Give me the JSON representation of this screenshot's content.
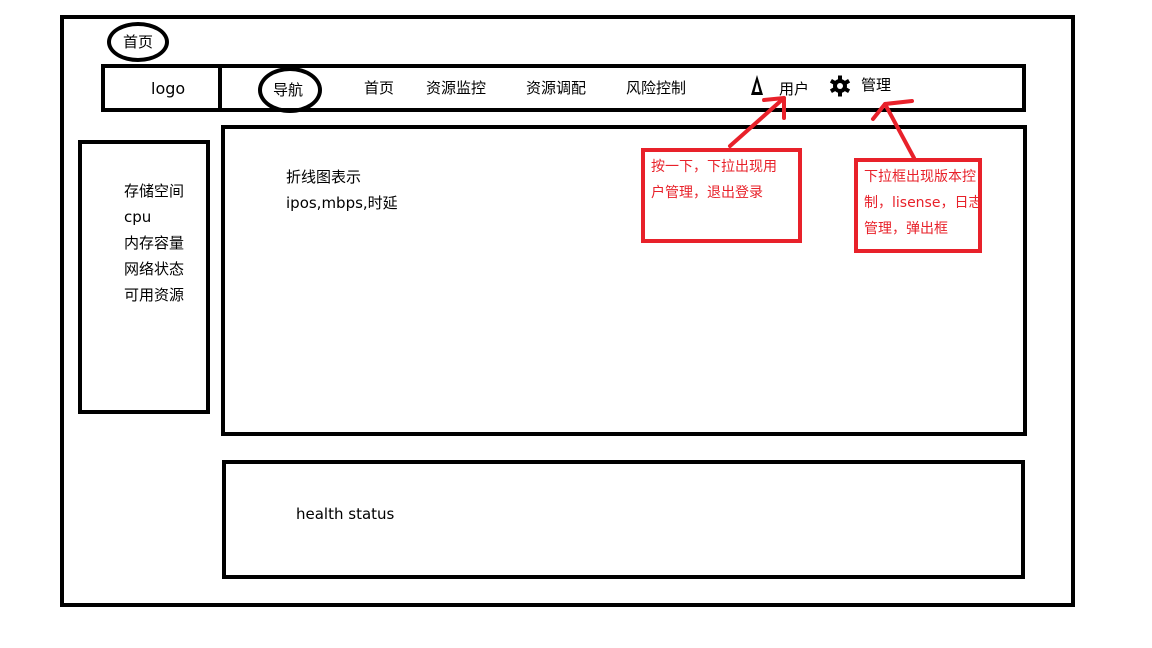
{
  "header": {
    "home_label": "首页"
  },
  "nav": {
    "logo_label": "logo",
    "nav_label": "导航",
    "items": [
      "首页",
      "资源监控",
      "资源调配",
      "风险控制"
    ],
    "user_label": "用户",
    "user_icon": "user-icon",
    "admin_label": "管理",
    "admin_icon": "gear-icon"
  },
  "sidebar": {
    "items": [
      "存储空间",
      "cpu",
      "内存容量",
      "网络状态",
      "可用资源"
    ]
  },
  "main": {
    "line1": "折线图表示",
    "line2": "ipos,mbps,时延"
  },
  "health": {
    "label": "health status"
  },
  "annotations": {
    "color": "#e8212a",
    "user_note": [
      "按一下，下拉出现用",
      "户管理，退出登录"
    ],
    "admin_note": [
      "下拉框出现版本控",
      "制，lisense，日志",
      "管理，弹出框"
    ]
  }
}
